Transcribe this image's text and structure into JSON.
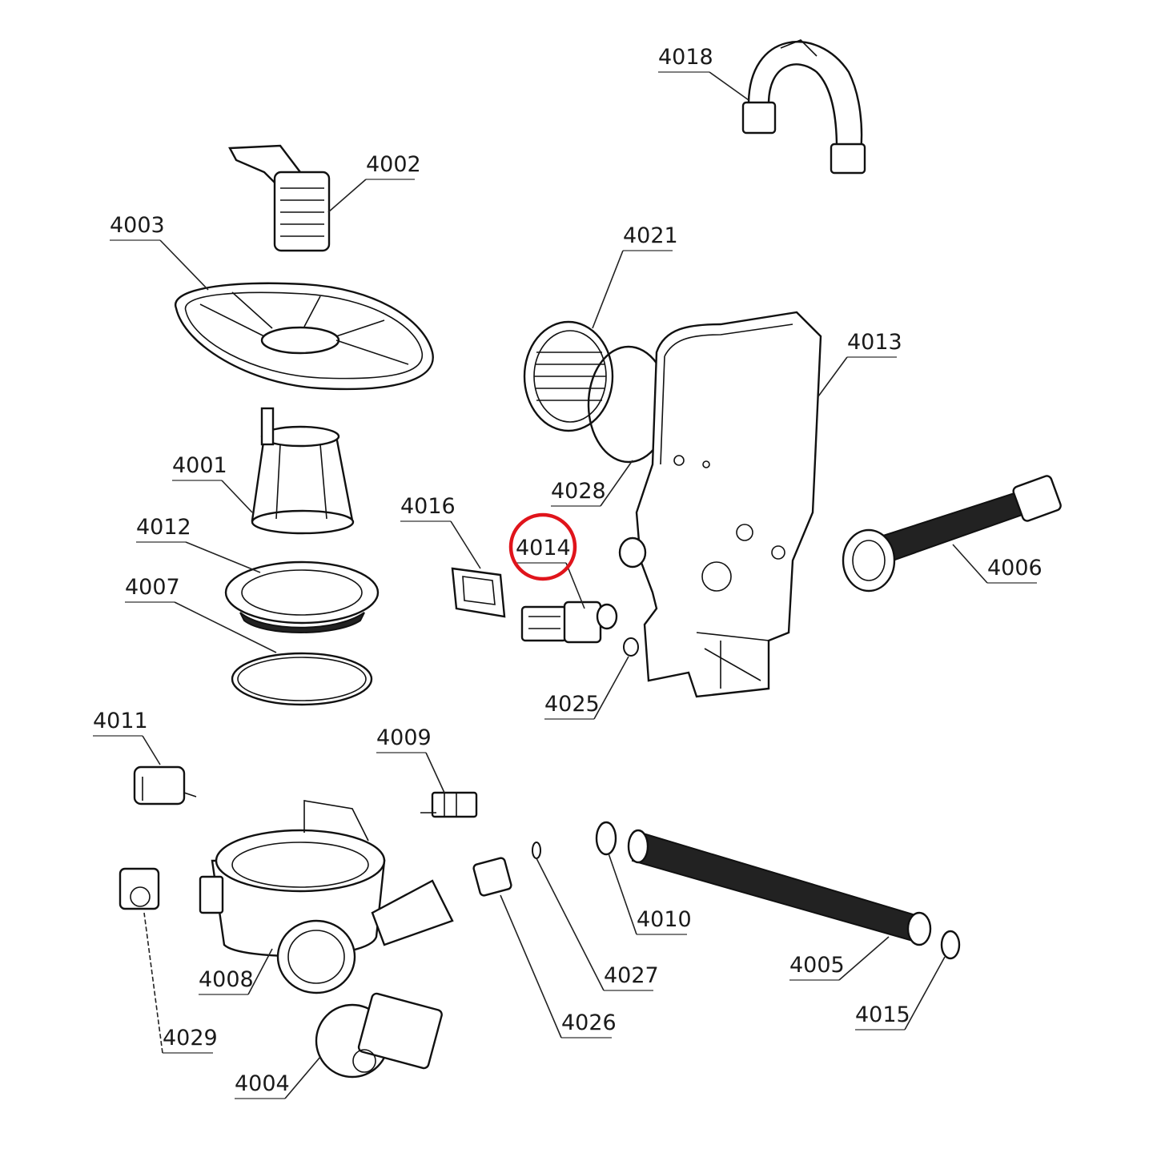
{
  "title": "Exploded parts diagram",
  "highlight_color": "#e0141b",
  "highlighted_part": "4014",
  "labels": [
    "4018",
    "4002",
    "4003",
    "4021",
    "4013",
    "4001",
    "4028",
    "4016",
    "4014",
    "4006",
    "4012",
    "4007",
    "4025",
    "4011",
    "4009",
    "4010",
    "4005",
    "4027",
    "4008",
    "4015",
    "4026",
    "4029",
    "4004"
  ]
}
